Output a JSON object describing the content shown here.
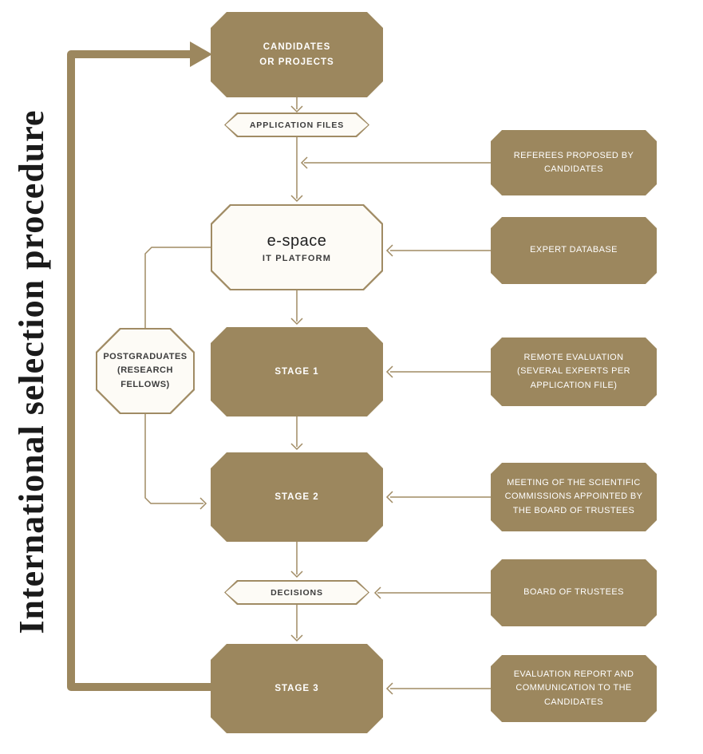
{
  "title": "International selection procedure",
  "flow": {
    "candidates": "CANDIDATES\nOR PROJECTS",
    "application_files": "APPLICATION FILES",
    "espace_name": "e-space",
    "espace_sub": "IT PLATFORM",
    "postgraduates": "POSTGRADUATES\n(RESEARCH\nFELLOWS)",
    "stage1": "STAGE 1",
    "stage2": "STAGE 2",
    "decisions": "DECISIONS",
    "stage3": "STAGE 3"
  },
  "side": {
    "referees": "REFEREES PROPOSED BY\nCANDIDATES",
    "expert_database": "EXPERT DATABASE",
    "remote_evaluation": "REMOTE EVALUATION\n(SEVERAL EXPERTS PER\nAPPLICATION FILE)",
    "meeting": "MEETING OF THE SCIENTIFIC\nCOMMISSIONS APPOINTED BY\nTHE BOARD OF TRUSTEES",
    "board": "BOARD OF TRUSTEES",
    "evaluation_report": "EVALUATION REPORT AND\nCOMMUNICATION TO THE\nCANDIDATES"
  },
  "colors": {
    "gold": "#9C875E",
    "line": "#A08B64",
    "cream": "#FDFBF6",
    "dark": "#3C3C3C",
    "title": "#1A1A1A"
  }
}
